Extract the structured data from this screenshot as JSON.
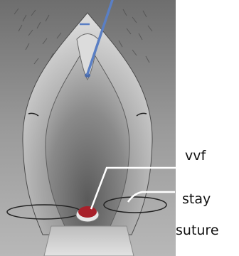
{
  "labels": {
    "vvf": "vvf",
    "stay": "stay",
    "suture": "suture"
  },
  "colors": {
    "background": "#ffffff",
    "tissue_dark": "#5a5a5a",
    "tissue_mid": "#8c8c8c",
    "tissue_light": "#cfcfcf",
    "catheter": "#5a7fc4",
    "fistula": "#a8202a",
    "suture": "#222222",
    "leader_line": "#ffffff"
  }
}
